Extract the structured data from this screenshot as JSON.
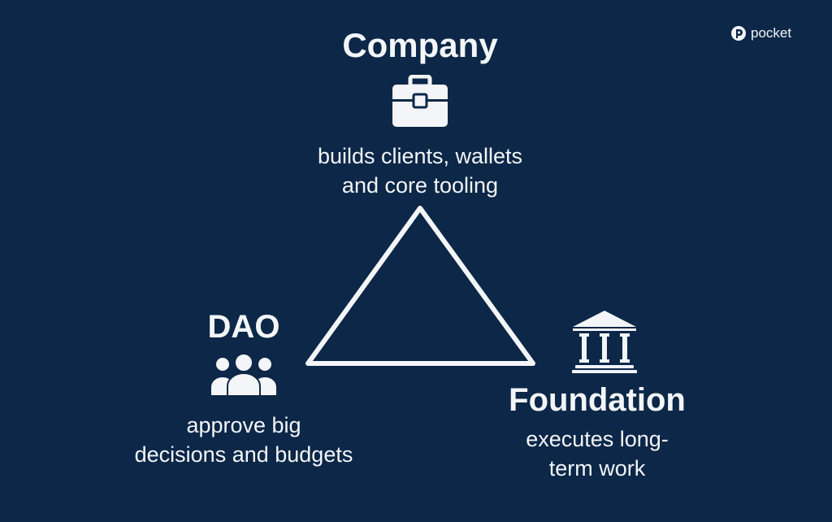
{
  "logo": {
    "text": "pocket"
  },
  "nodes": {
    "company": {
      "title": "Company",
      "lines": [
        "builds clients, wallets",
        "and core tooling"
      ],
      "icon": "briefcase-icon"
    },
    "dao": {
      "title": "DAO",
      "lines": [
        "approve big",
        "decisions and budgets"
      ],
      "icon": "people-icon"
    },
    "foundation": {
      "title": "Foundation",
      "lines": [
        "executes long-",
        "term work"
      ],
      "icon": "bank-icon"
    }
  },
  "colors": {
    "background": "#0c2747",
    "foreground": "#f3f5f8"
  }
}
